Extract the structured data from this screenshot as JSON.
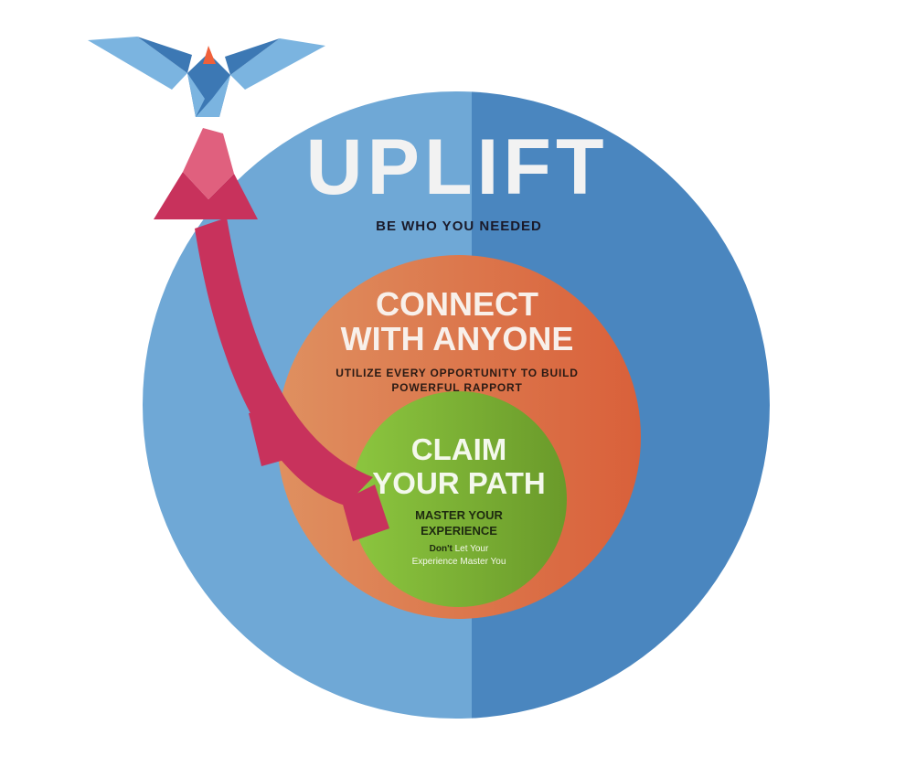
{
  "outer": {
    "title": "UPLIFT",
    "subtitle": "BE WHO YOU NEEDED",
    "color_left": "#6fa8d6",
    "color_right": "#4a86bf"
  },
  "middle": {
    "title_line1": "CONNECT",
    "title_line2": "WITH ANYONE",
    "subtitle_line1": "UTILIZE EVERY OPPORTUNITY TO BUILD",
    "subtitle_line2": "POWERFUL RAPPORT",
    "color_left": "#df9060",
    "color_right": "#d9603a"
  },
  "inner": {
    "title_line1": "CLAIM",
    "title_line2": "YOUR PATH",
    "subtitle_line1": "MASTER YOUR",
    "subtitle_line2": "EXPERIENCE",
    "note_bold": "Don't",
    "note_rest": " Let Your",
    "note_line2": "Experience Master You",
    "color_left": "#8cc63f",
    "color_right": "#6a9a2a"
  },
  "arrow": {
    "color": "#c8325c",
    "accent": "#e0607e"
  },
  "bird": {
    "color_light": "#7bb4e0",
    "color_dark": "#3c78b4",
    "beak": "#f0603a"
  }
}
